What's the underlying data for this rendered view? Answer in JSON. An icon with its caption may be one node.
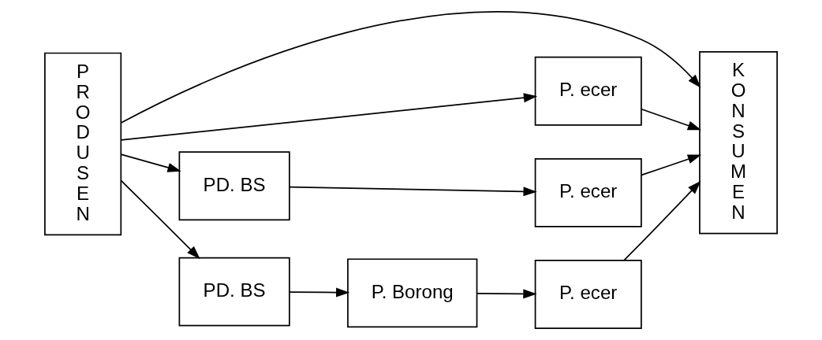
{
  "diagram": {
    "nodes": [
      {
        "text": [
          "P R O D U S E N"
        ]
      },
      {
        "text": [
          "K O N S U M E N"
        ]
      },
      {
        "text": [
          "P. ecer"
        ]
      },
      {
        "text": [
          "PD. BS"
        ]
      },
      {
        "text": [
          "P. ecer"
        ]
      },
      {
        "text": [
          "PD. BS"
        ]
      },
      {
        "text": [
          "P. Borong"
        ]
      },
      {
        "text": [
          "P. ecer"
        ]
      }
    ],
    "edges": [
      {
        "from": 0,
        "to": 1,
        "arrow": "to"
      },
      {
        "from": 0,
        "to": 2,
        "arrow": "to"
      },
      {
        "from": 2,
        "to": 1,
        "arrow": "to"
      },
      {
        "from": 0,
        "to": 3,
        "arrow": "to"
      },
      {
        "from": 3,
        "to": 4,
        "arrow": "to"
      },
      {
        "from": 4,
        "to": 1,
        "arrow": "to"
      },
      {
        "from": 0,
        "to": 5,
        "arrow": "to"
      },
      {
        "from": 5,
        "to": 6,
        "arrow": "to"
      },
      {
        "from": 6,
        "to": 7,
        "arrow": "to"
      },
      {
        "from": 7,
        "to": 1,
        "arrow": "to"
      }
    ]
  }
}
